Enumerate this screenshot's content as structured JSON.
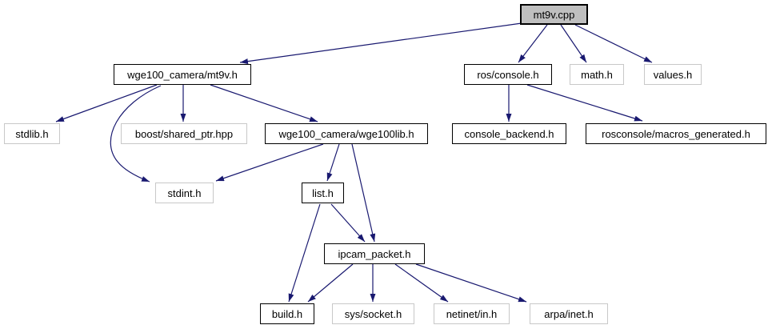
{
  "graph": {
    "type": "doxygen-include-dependency-graph",
    "background_color": "#ffffff",
    "edge_color": "#191970",
    "root_fill_color": "#bfbfbf",
    "linked_border_color": "#000000",
    "plain_border_color": "#c8c8c8",
    "nodes": [
      {
        "label": "mt9v.cpp",
        "kind": "root"
      },
      {
        "label": "wge100_camera/mt9v.h",
        "kind": "linked"
      },
      {
        "label": "ros/console.h",
        "kind": "linked"
      },
      {
        "label": "math.h",
        "kind": "plain"
      },
      {
        "label": "values.h",
        "kind": "plain"
      },
      {
        "label": "stdlib.h",
        "kind": "plain"
      },
      {
        "label": "boost/shared_ptr.hpp",
        "kind": "plain"
      },
      {
        "label": "wge100_camera/wge100lib.h",
        "kind": "linked"
      },
      {
        "label": "console_backend.h",
        "kind": "linked"
      },
      {
        "label": "rosconsole/macros_generated.h",
        "kind": "linked"
      },
      {
        "label": "stdint.h",
        "kind": "plain"
      },
      {
        "label": "list.h",
        "kind": "linked"
      },
      {
        "label": "ipcam_packet.h",
        "kind": "linked"
      },
      {
        "label": "build.h",
        "kind": "linked"
      },
      {
        "label": "sys/socket.h",
        "kind": "plain"
      },
      {
        "label": "netinet/in.h",
        "kind": "plain"
      },
      {
        "label": "arpa/inet.h",
        "kind": "plain"
      }
    ],
    "edges": [
      {
        "from": "mt9v.cpp",
        "to": "wge100_camera/mt9v.h"
      },
      {
        "from": "mt9v.cpp",
        "to": "ros/console.h"
      },
      {
        "from": "mt9v.cpp",
        "to": "math.h"
      },
      {
        "from": "mt9v.cpp",
        "to": "values.h"
      },
      {
        "from": "wge100_camera/mt9v.h",
        "to": "stdlib.h"
      },
      {
        "from": "wge100_camera/mt9v.h",
        "to": "boost/shared_ptr.hpp"
      },
      {
        "from": "wge100_camera/mt9v.h",
        "to": "wge100_camera/wge100lib.h"
      },
      {
        "from": "wge100_camera/mt9v.h",
        "to": "stdint.h"
      },
      {
        "from": "ros/console.h",
        "to": "console_backend.h"
      },
      {
        "from": "ros/console.h",
        "to": "rosconsole/macros_generated.h"
      },
      {
        "from": "wge100_camera/wge100lib.h",
        "to": "stdint.h"
      },
      {
        "from": "wge100_camera/wge100lib.h",
        "to": "list.h"
      },
      {
        "from": "wge100_camera/wge100lib.h",
        "to": "ipcam_packet.h"
      },
      {
        "from": "list.h",
        "to": "build.h"
      },
      {
        "from": "list.h",
        "to": "ipcam_packet.h"
      },
      {
        "from": "ipcam_packet.h",
        "to": "build.h"
      },
      {
        "from": "ipcam_packet.h",
        "to": "sys/socket.h"
      },
      {
        "from": "ipcam_packet.h",
        "to": "netinet/in.h"
      },
      {
        "from": "ipcam_packet.h",
        "to": "arpa/inet.h"
      }
    ]
  }
}
